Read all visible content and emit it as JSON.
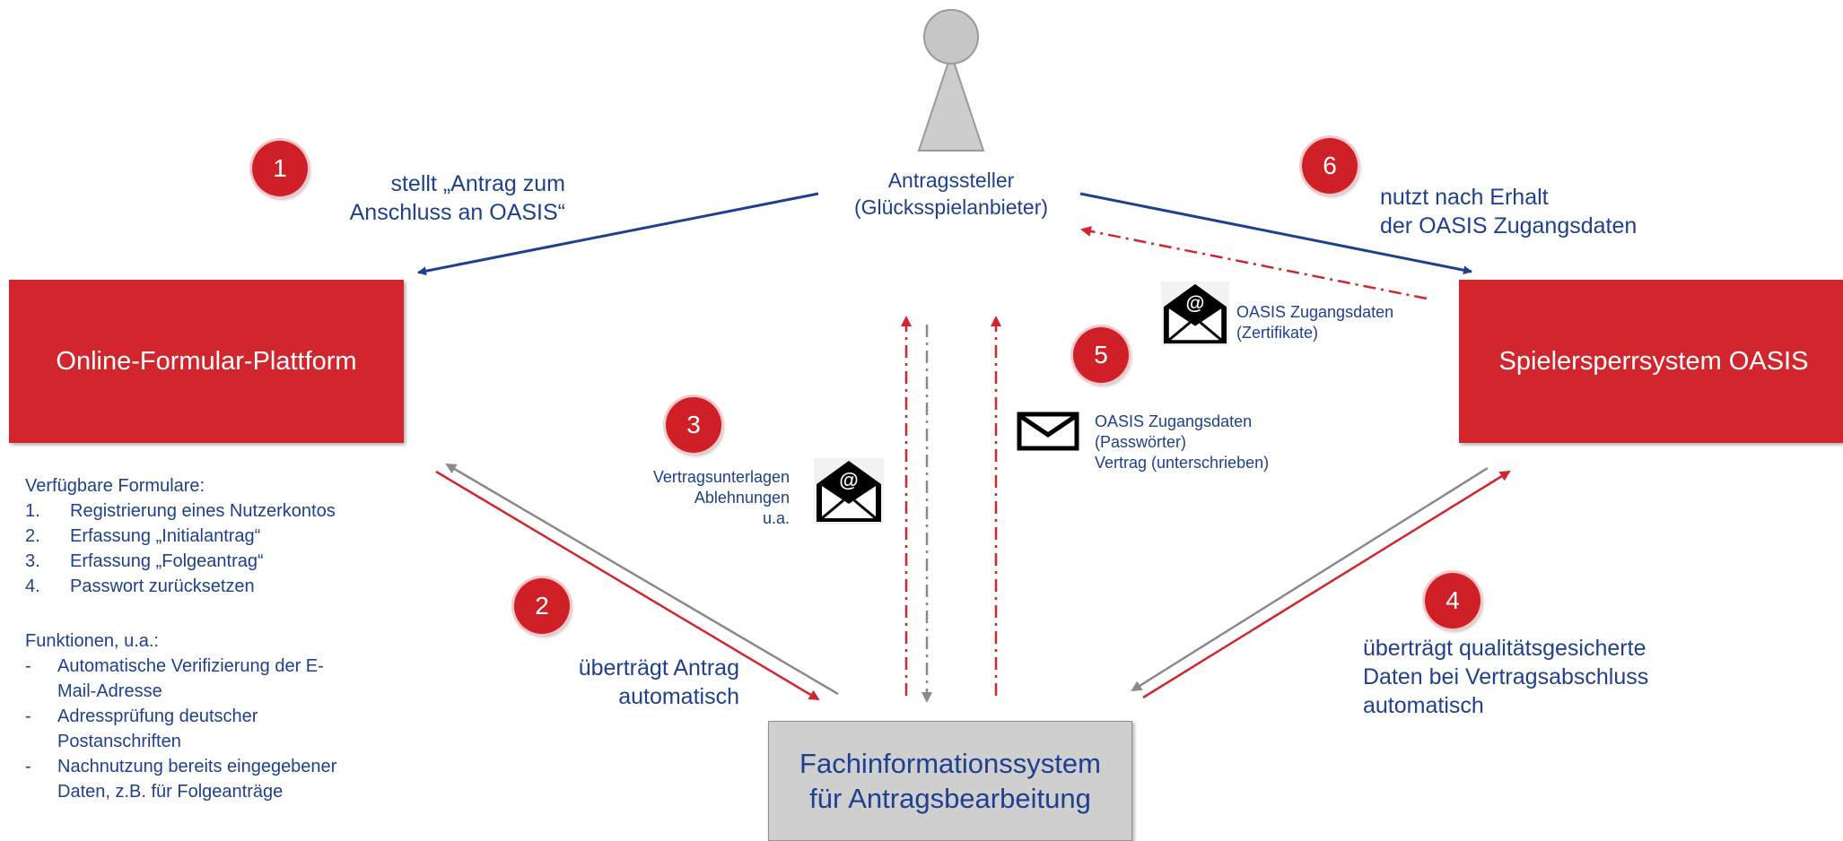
{
  "applicant": {
    "line1": "Antragssteller",
    "line2": "(Glücksspielanbieter)"
  },
  "platform_box": {
    "label": "Online-Formular-Plattform"
  },
  "oasis_box": {
    "label": "Spielersperrsystem OASIS"
  },
  "fis_box": {
    "line1": "Fachinformationssystem",
    "line2": "für Antragsbearbeitung"
  },
  "steps": [
    {
      "number": "1",
      "line1": "stellt „Antrag zum",
      "line2": "Anschluss an OASIS“"
    },
    {
      "number": "2",
      "line1": "überträgt Antrag",
      "line2": "automatisch"
    },
    {
      "number": "3",
      "line1": "Vertragsunterlagen",
      "line2": "Ablehnungen",
      "line3": "u.a."
    },
    {
      "number": "4",
      "line1": "überträgt qualitätsgesicherte",
      "line2": "Daten bei Vertragsabschluss",
      "line3": "automatisch"
    },
    {
      "number": "5",
      "line1": "OASIS Zugangsdaten",
      "line2": "(Passwörter)",
      "line3": "Vertrag (unterschrieben)"
    },
    {
      "number": "6",
      "line1": "nutzt nach Erhalt",
      "line2": "der OASIS Zugangsdaten"
    }
  ],
  "email_oasis_certs": {
    "line1": "OASIS Zugangsdaten",
    "line2": "(Zertifikate)"
  },
  "forms": {
    "heading": "Verfügbare Formulare:",
    "items": [
      {
        "num": "1.",
        "text": "Registrierung eines Nutzerkontos"
      },
      {
        "num": "2.",
        "text": "Erfassung „Initialantrag“"
      },
      {
        "num": "3.",
        "text": "Erfassung „Folgeantrag“"
      },
      {
        "num": "4.",
        "text": "Passwort zurücksetzen"
      }
    ]
  },
  "functions": {
    "heading": "Funktionen, u.a.:",
    "items": [
      {
        "bullet": "-",
        "line1": "Automatische Verifizierung der E-",
        "line2": "Mail-Adresse"
      },
      {
        "bullet": "-",
        "line1": "Adressprüfung deutscher",
        "line2": "Postanschriften"
      },
      {
        "bullet": "-",
        "line1": "Nachnutzung bereits eingegebener",
        "line2": "Daten, z.B. für Folgeanträge"
      }
    ]
  },
  "icons": {
    "person": "person-icon",
    "email_at": "email-at-icon",
    "envelope": "envelope-icon"
  },
  "colors": {
    "red": "#d2262f",
    "badge": "#cf2027",
    "navy": "#1f3f8f",
    "grey_box": "#cfcfcf",
    "grey_arrow": "#8a8a8a",
    "red_arrow": "#d2262f"
  }
}
